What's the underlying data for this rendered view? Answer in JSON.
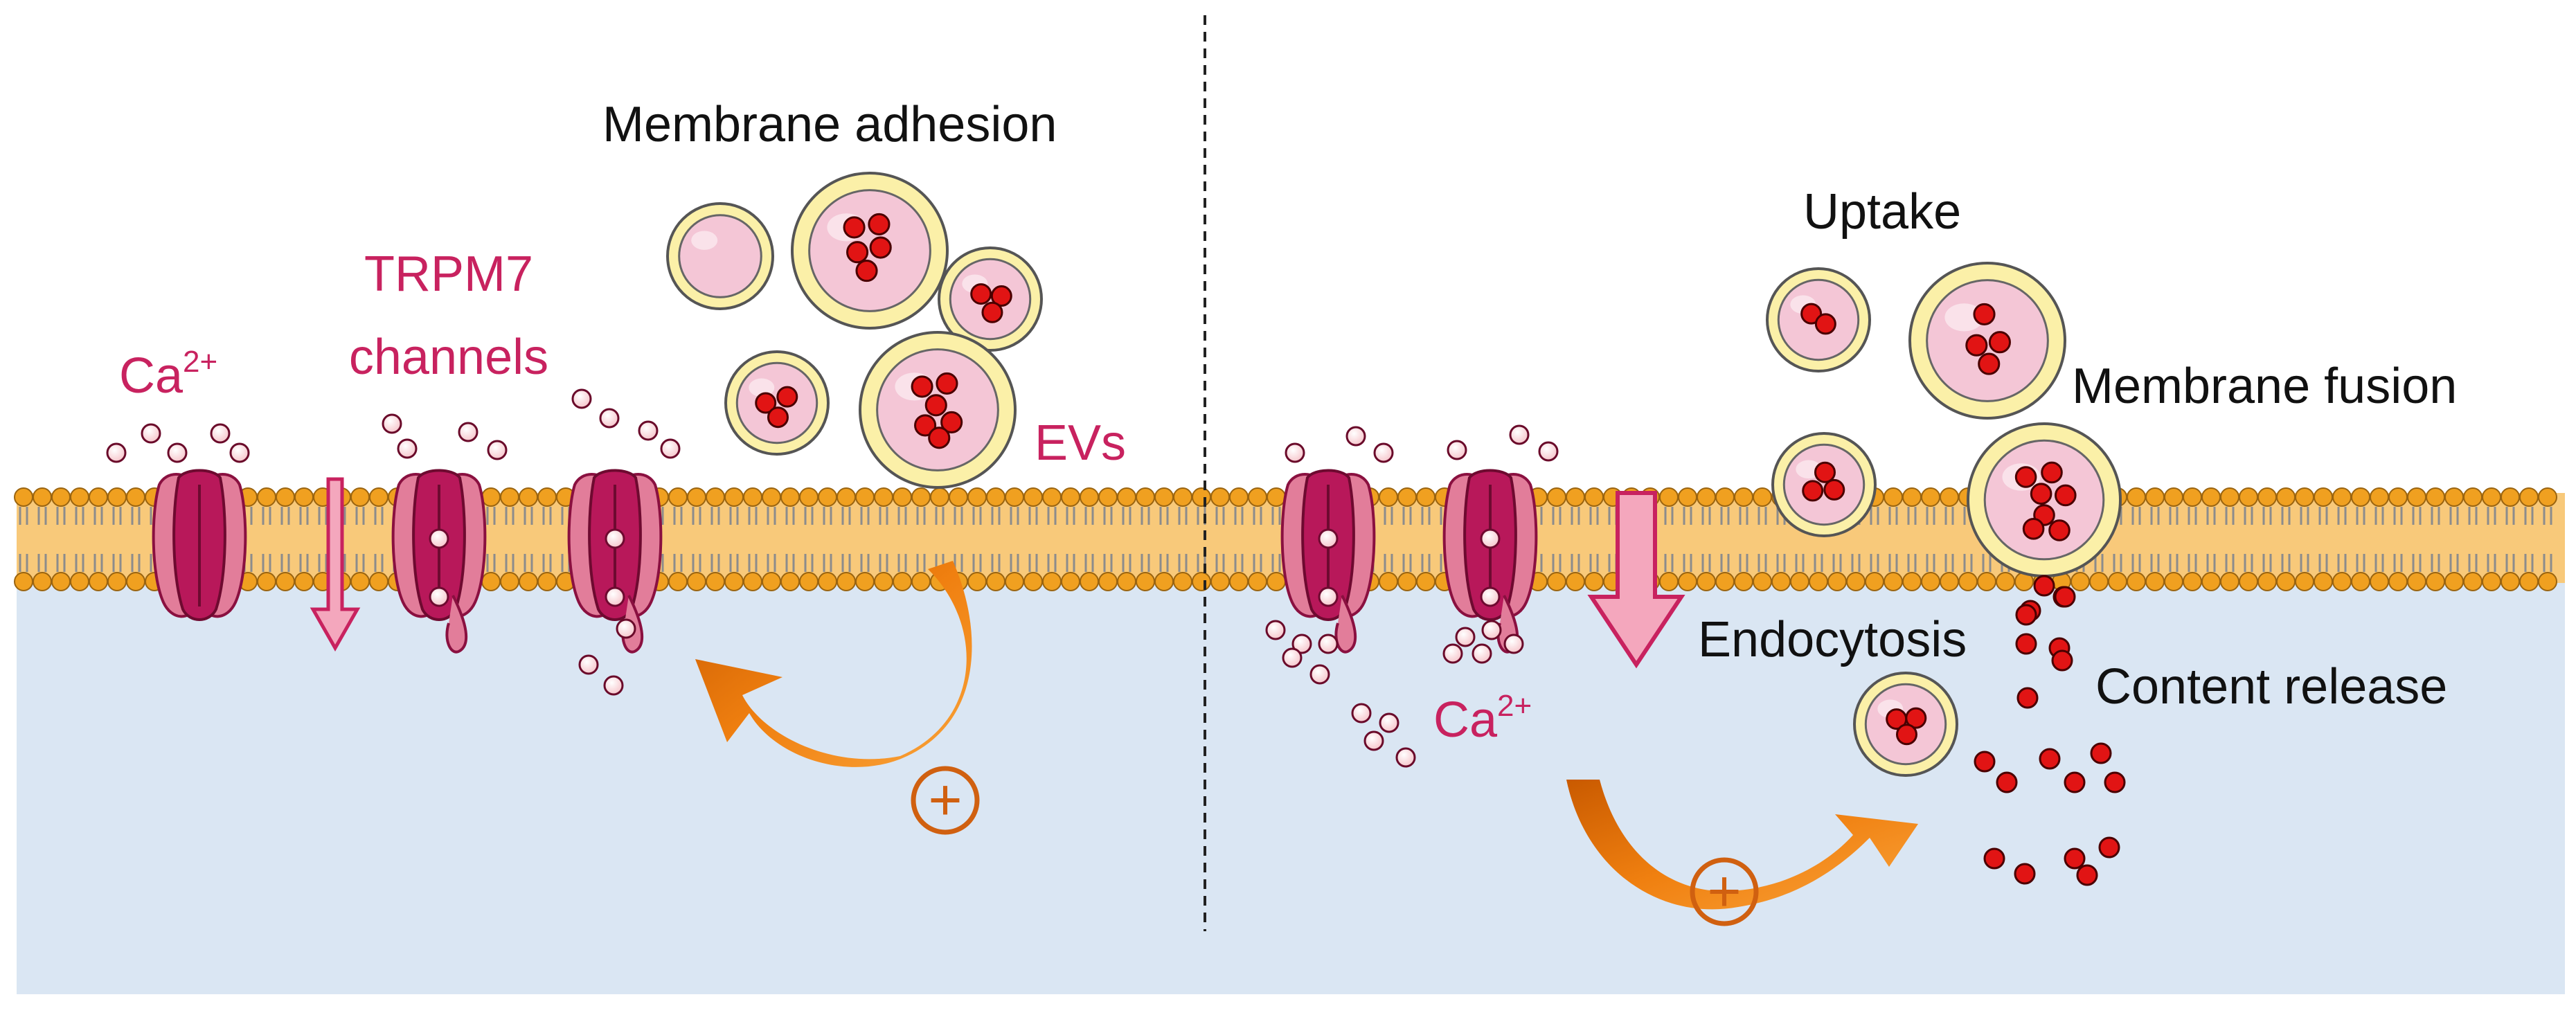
{
  "labels": {
    "ca_left_base": "Ca",
    "ca_left_sup": "2+",
    "trpm7_line1": "TRPM7",
    "trpm7_line2": "channels",
    "membrane_adhesion": "Membrane adhesion",
    "evs": "EVs",
    "uptake": "Uptake",
    "membrane_fusion": "Membrane fusion",
    "endocytosis": "Endocytosis",
    "content_release": "Content release",
    "ca_right_base": "Ca",
    "ca_right_sup": "2+",
    "plus_left": "+",
    "plus_right": "+"
  },
  "colors": {
    "cytoplasm": "#dae6f3",
    "membrane_body": "#f8c97a",
    "lipid_head": "#f0a020",
    "lipid_head_stroke": "#9a6410",
    "tail": "#8c8c8c",
    "channel_dark": "#b8185a",
    "channel_light": "#e27d9a",
    "calcium_ion": "#fbd4d8",
    "vesicle_outer": "#fbf0a8",
    "vesicle_inner": "#f4c6d6",
    "cargo": "#e11414",
    "influx_arrow": "#f4a7bd",
    "feedback_arrow": "#ee7a10",
    "label_pink": "#c8225f"
  }
}
